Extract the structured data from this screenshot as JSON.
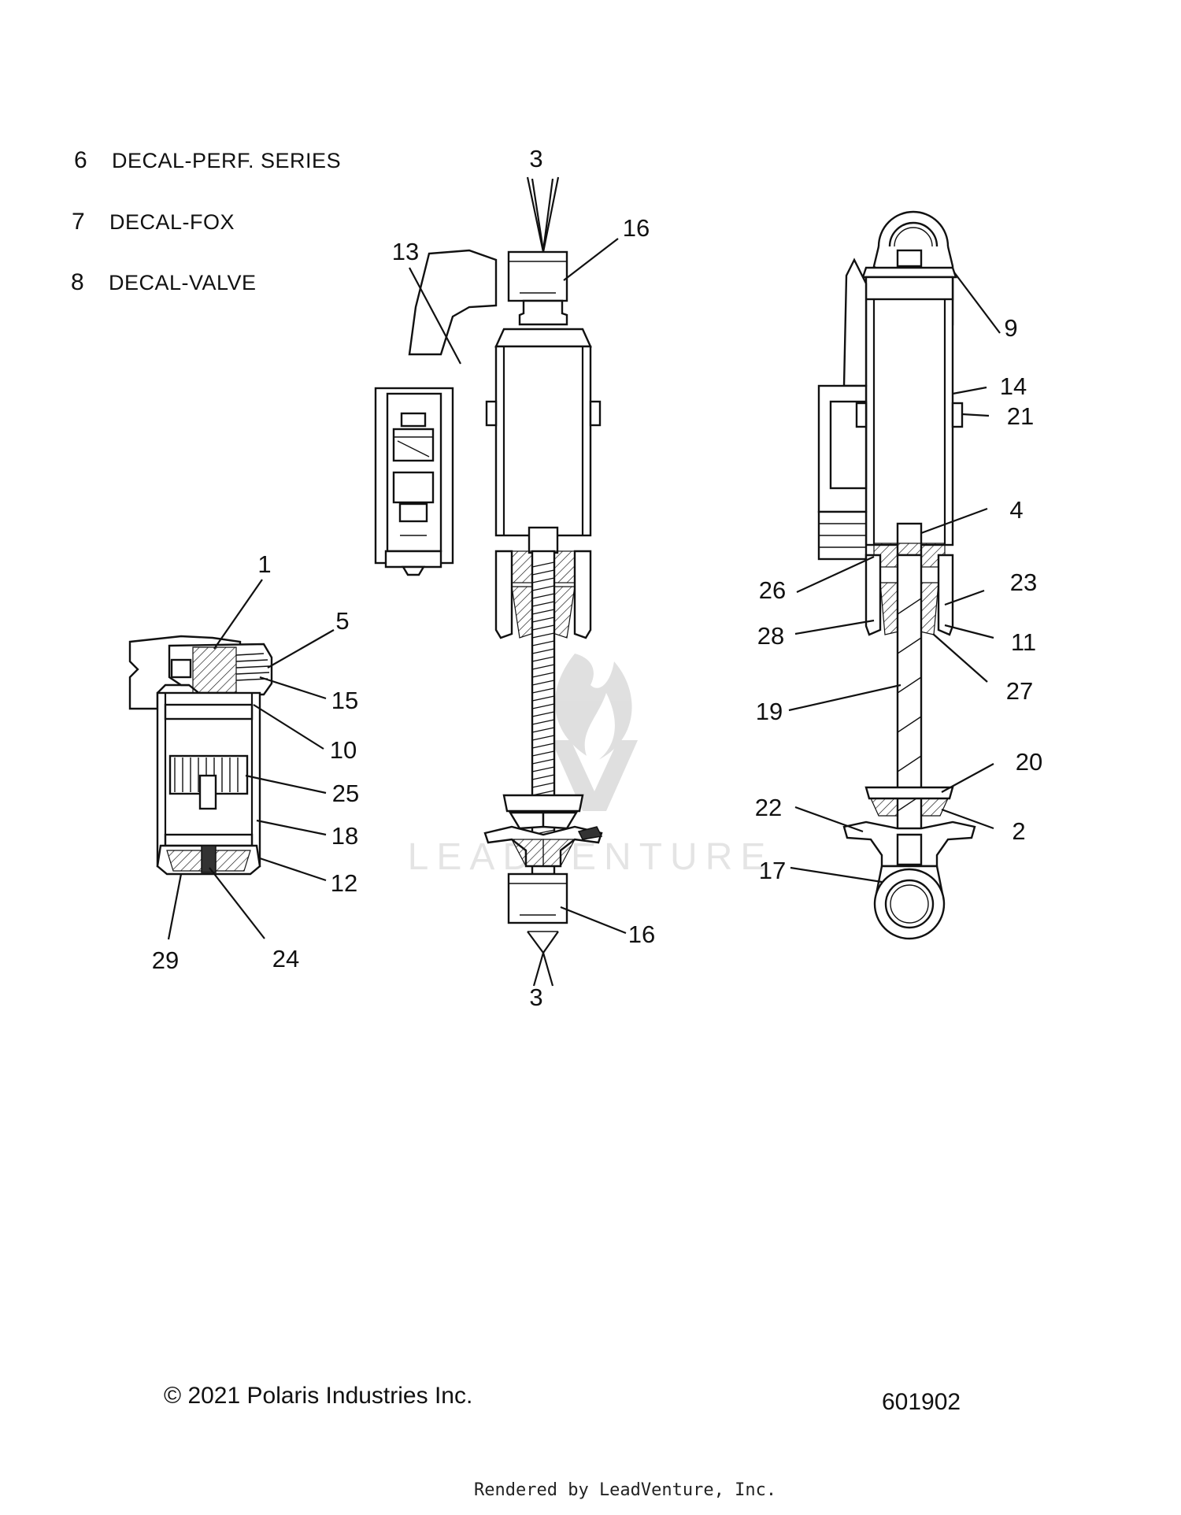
{
  "legend": [
    {
      "num": "6",
      "desc": "DECAL-PERF. SERIES"
    },
    {
      "num": "7",
      "desc": "DECAL-FOX"
    },
    {
      "num": "8",
      "desc": "DECAL-VALVE"
    }
  ],
  "callouts": {
    "c1": "1",
    "c2": "2",
    "c3a": "3",
    "c3b": "3",
    "c4": "4",
    "c5": "5",
    "c9": "9",
    "c10": "10",
    "c11": "11",
    "c12": "12",
    "c13": "13",
    "c14": "14",
    "c15": "15",
    "c16a": "16",
    "c16b": "16",
    "c17": "17",
    "c18": "18",
    "c19": "19",
    "c20": "20",
    "c21": "21",
    "c22": "22",
    "c23": "23",
    "c24": "24",
    "c25": "25",
    "c26": "26",
    "c27": "27",
    "c28": "28",
    "c29": "29"
  },
  "watermark": "LEADVENTURE",
  "footer": {
    "copyright": "© 2021 Polaris Industries Inc.",
    "diagram_id": "601902",
    "rendered_by": "Rendered by LeadVenture, Inc."
  }
}
